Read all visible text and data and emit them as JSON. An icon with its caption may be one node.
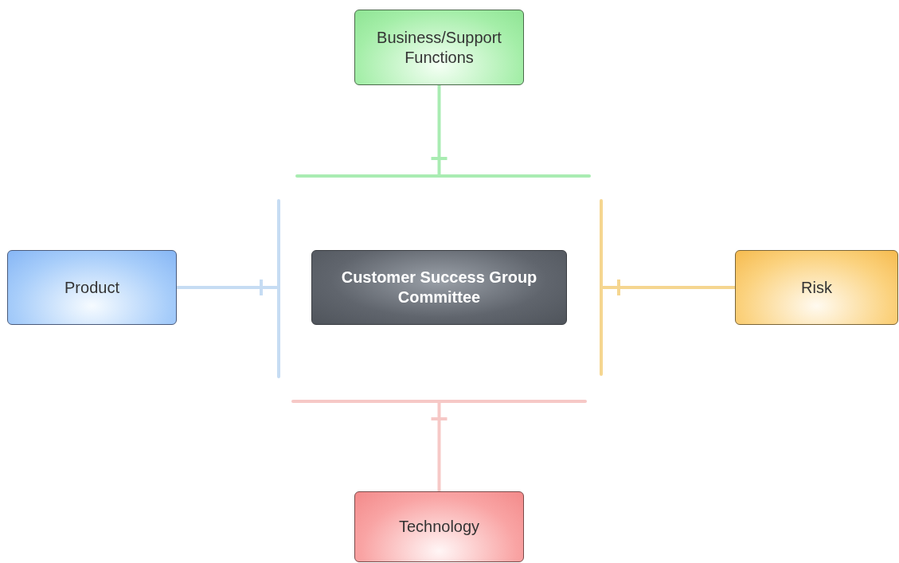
{
  "diagram": {
    "nodes": [
      {
        "text": [
          "Business/Support Functions"
        ]
      },
      {
        "text": [
          "Product"
        ]
      },
      {
        "text": [
          "Customer Success Group Committee"
        ]
      },
      {
        "text": [
          "Risk"
        ]
      },
      {
        "text": [
          "Technology"
        ]
      },
      {
        "text": [],
        "shape": "bar"
      },
      {
        "text": [],
        "shape": "bar"
      },
      {
        "text": [],
        "shape": "bar"
      },
      {
        "text": [],
        "shape": "bar"
      }
    ],
    "edges": [
      {
        "from": 0,
        "to": 5,
        "arrow": "other",
        "color": "#a9ecb2"
      },
      {
        "from": 1,
        "to": 6,
        "arrow": "other",
        "color": "#c6dcf3"
      },
      {
        "from": 3,
        "to": 7,
        "arrow": "other",
        "color": "#f5d690"
      },
      {
        "from": 4,
        "to": 8,
        "arrow": "other",
        "color": "#f6c8c6"
      }
    ]
  }
}
